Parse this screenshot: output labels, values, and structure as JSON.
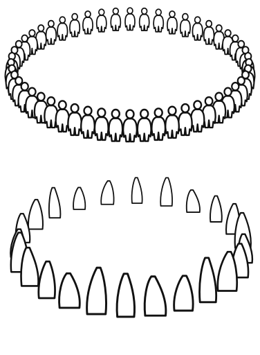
{
  "image": {
    "ink_color": "#111111",
    "background_color": "#ffffff"
  },
  "people_ring": {
    "figure_count": 52,
    "figure_shape": "stylized-person"
  },
  "stone_ring": {
    "stone_count": 24,
    "stone_shape": "standing-stone"
  }
}
